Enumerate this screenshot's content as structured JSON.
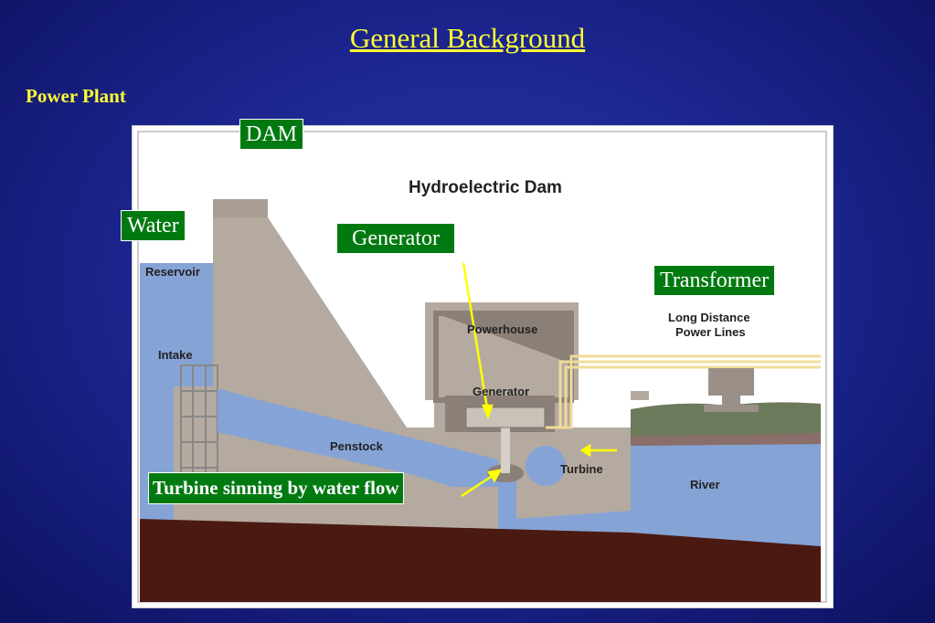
{
  "slide": {
    "title": "General Background",
    "subtitle": "Power Plant"
  },
  "diagram": {
    "heading": "Hydroelectric Dam",
    "labels": {
      "reservoir": "Reservoir",
      "intake": "Intake",
      "powerhouse": "Powerhouse",
      "generator": "Generator",
      "penstock": "Penstock",
      "turbine": "Turbine",
      "river": "River",
      "power_lines_1": "Long Distance",
      "power_lines_2": "Power Lines"
    }
  },
  "callouts": {
    "dam": "DAM",
    "water": "Water",
    "generator": "Generator",
    "transformer": "Transformer",
    "turbine": "Turbine sinning by water flow"
  },
  "colors": {
    "callout_bg": "#007a10",
    "title_text": "#ffff33",
    "water": "#7f9fd6",
    "concrete": "#b7aca1",
    "ground": "#4a1a12"
  }
}
